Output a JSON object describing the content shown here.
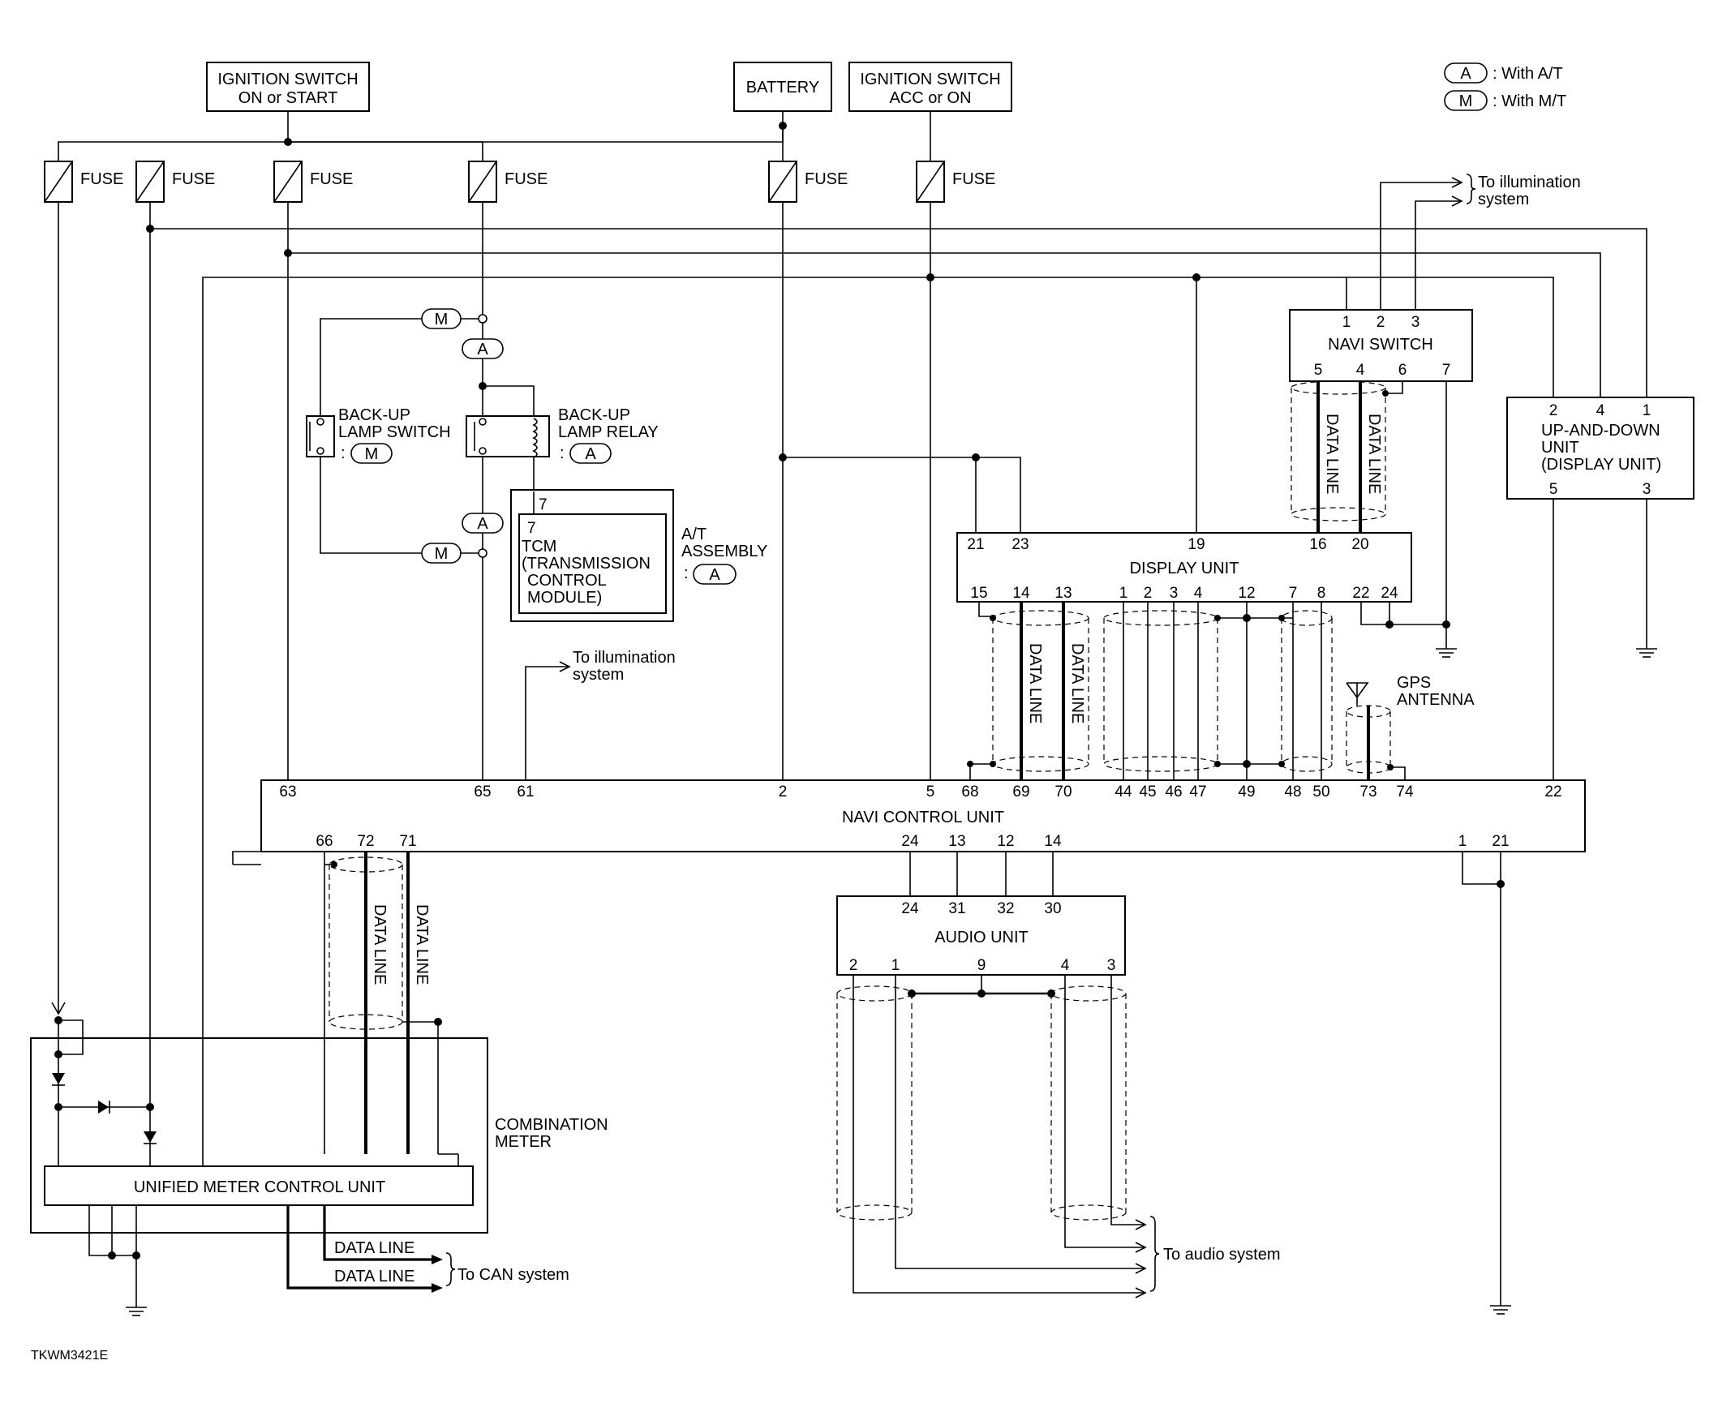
{
  "legend": {
    "a_symbol": "A",
    "a_text": ": With A/T",
    "m_symbol": "M",
    "m_text": ": With M/T"
  },
  "sources": {
    "ign_on_start_1": "IGNITION SWITCH",
    "ign_on_start_2": "ON or START",
    "battery": "BATTERY",
    "ign_acc_on_1": "IGNITION SWITCH",
    "ign_acc_on_2": "ACC or ON"
  },
  "fuse_label": "FUSE",
  "illum": {
    "line1": "To illumination",
    "line2": "system"
  },
  "navi_switch": {
    "title": "NAVI SWITCH",
    "pins_top": [
      "1",
      "2",
      "3"
    ],
    "pins_bottom": [
      "5",
      "4",
      "6",
      "7"
    ]
  },
  "updown": {
    "line1": "UP-AND-DOWN",
    "line2": "UNIT",
    "line3": "(DISPLAY UNIT)",
    "pins_top": [
      "2",
      "4",
      "1"
    ],
    "pins_bottom": [
      "5",
      "3"
    ]
  },
  "backup_switch": {
    "line1": "BACK-UP",
    "line2": "LAMP SWITCH",
    "variant_prefix": ":",
    "variant": "M"
  },
  "backup_relay": {
    "line1": "BACK-UP",
    "line2": "LAMP RELAY",
    "variant_prefix": ":",
    "variant": "A"
  },
  "tcm": {
    "outer_pin": "7",
    "inner_pin": "7",
    "line1": "TCM",
    "line2": "(TRANSMISSION",
    "line3": "CONTROL",
    "line4": "MODULE)"
  },
  "at_assembly": {
    "line1": "A/T",
    "line2": "ASSEMBLY",
    "variant_prefix": ":",
    "variant": "A"
  },
  "display_unit": {
    "title": "DISPLAY UNIT",
    "pins_top": [
      "21",
      "23",
      "19",
      "16",
      "20"
    ],
    "pins_bottom": [
      "15",
      "14",
      "13",
      "1",
      "2",
      "3",
      "4",
      "12",
      "7",
      "8",
      "22",
      "24"
    ]
  },
  "data_line": "DATA LINE",
  "gps": {
    "line1": "GPS",
    "line2": "ANTENNA"
  },
  "navi_control": {
    "title": "NAVI CONTROL UNIT",
    "pins_top": [
      "63",
      "65",
      "61",
      "2",
      "5",
      "68",
      "69",
      "70",
      "44",
      "45",
      "46",
      "47",
      "49",
      "48",
      "50",
      "73",
      "74",
      "22"
    ],
    "pins_bottom": [
      "66",
      "72",
      "71",
      "24",
      "13",
      "12",
      "14",
      "1",
      "21"
    ]
  },
  "audio_unit": {
    "title": "AUDIO UNIT",
    "pins_top": [
      "24",
      "31",
      "32",
      "30"
    ],
    "pins_bottom": [
      "2",
      "1",
      "9",
      "4",
      "3"
    ]
  },
  "audio_dest": "To audio system",
  "combination_meter": {
    "line1": "COMBINATION",
    "line2": "METER",
    "umcu": "UNIFIED METER CONTROL UNIT"
  },
  "can": {
    "line1": "DATA LINE",
    "line2": "DATA LINE",
    "dest": "To CAN system"
  },
  "figure_id": "TKWM3421E"
}
